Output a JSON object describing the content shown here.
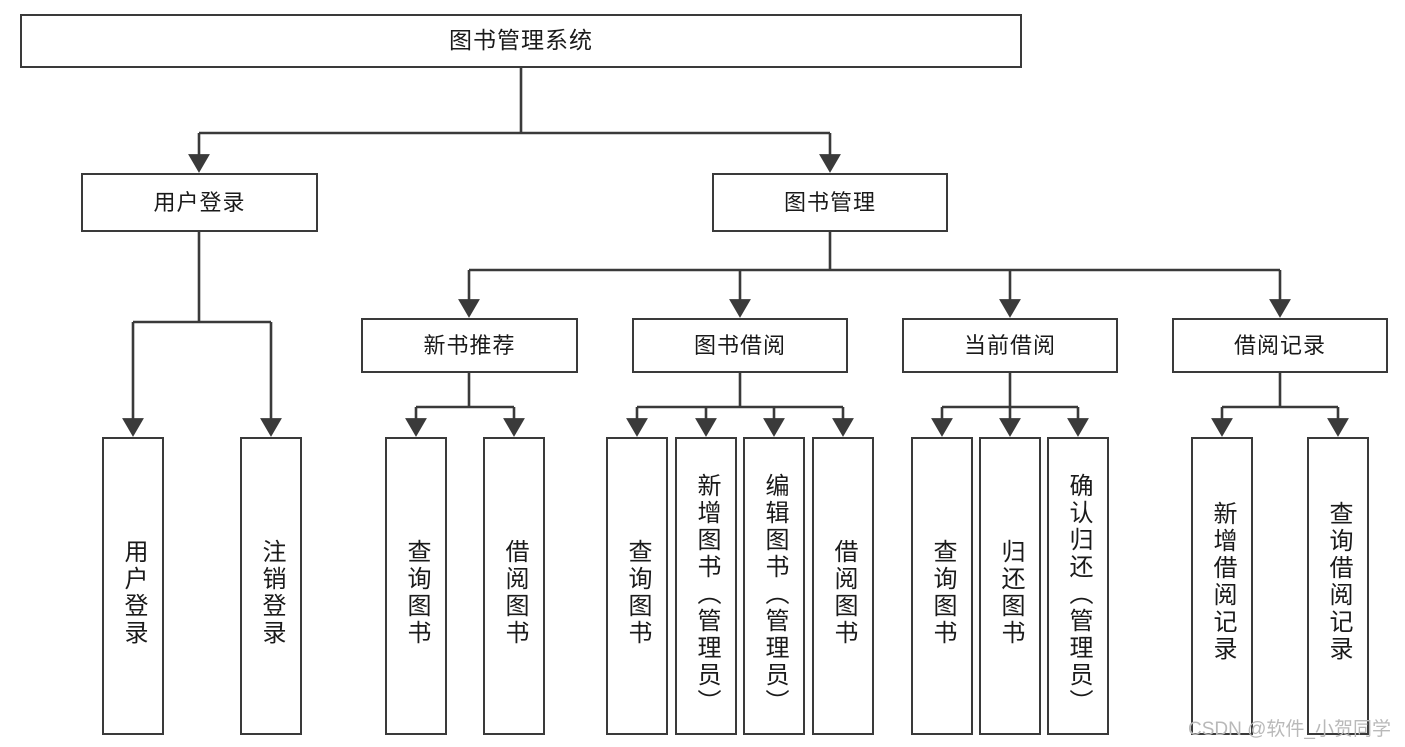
{
  "diagram": {
    "type": "tree",
    "title": "图书管理系统",
    "nodes": {
      "root": {
        "label": "图书管理系统"
      },
      "level2": [
        {
          "id": "user-login",
          "label": "用户登录"
        },
        {
          "id": "book-manage",
          "label": "图书管理"
        }
      ],
      "level3": [
        {
          "id": "new-book-recommend",
          "label": "新书推荐"
        },
        {
          "id": "book-borrow",
          "label": "图书借阅"
        },
        {
          "id": "current-borrow",
          "label": "当前借阅"
        },
        {
          "id": "borrow-record",
          "label": "借阅记录"
        }
      ],
      "leaves": [
        {
          "id": "leaf-user-login",
          "label": "用户登录",
          "parent": "user-login"
        },
        {
          "id": "leaf-logout",
          "label": "注销登录",
          "parent": "user-login"
        },
        {
          "id": "leaf-query-book-1",
          "label": "查询图书",
          "parent": "new-book-recommend"
        },
        {
          "id": "leaf-borrow-book-1",
          "label": "借阅图书",
          "parent": "new-book-recommend"
        },
        {
          "id": "leaf-query-book-2",
          "label": "查询图书",
          "parent": "book-borrow"
        },
        {
          "id": "leaf-add-book",
          "label": "新增图书（管理员）",
          "parent": "book-borrow"
        },
        {
          "id": "leaf-edit-book",
          "label": "编辑图书（管理员）",
          "parent": "book-borrow"
        },
        {
          "id": "leaf-borrow-book-2",
          "label": "借阅图书",
          "parent": "book-borrow"
        },
        {
          "id": "leaf-query-book-3",
          "label": "查询图书",
          "parent": "current-borrow"
        },
        {
          "id": "leaf-return-book",
          "label": "归还图书",
          "parent": "current-borrow"
        },
        {
          "id": "leaf-confirm-return",
          "label": "确认归还（管理员）",
          "parent": "current-borrow"
        },
        {
          "id": "leaf-add-record",
          "label": "新增借阅记录",
          "parent": "borrow-record"
        },
        {
          "id": "leaf-query-record",
          "label": "查询借阅记录",
          "parent": "borrow-record"
        }
      ]
    },
    "colors": {
      "stroke": "#3a3a3a",
      "fill": "#ffffff",
      "text": "#1a1a1a",
      "watermark": "#b9b9b9"
    }
  },
  "watermark": {
    "text": "CSDN @软件_小贺同学"
  }
}
